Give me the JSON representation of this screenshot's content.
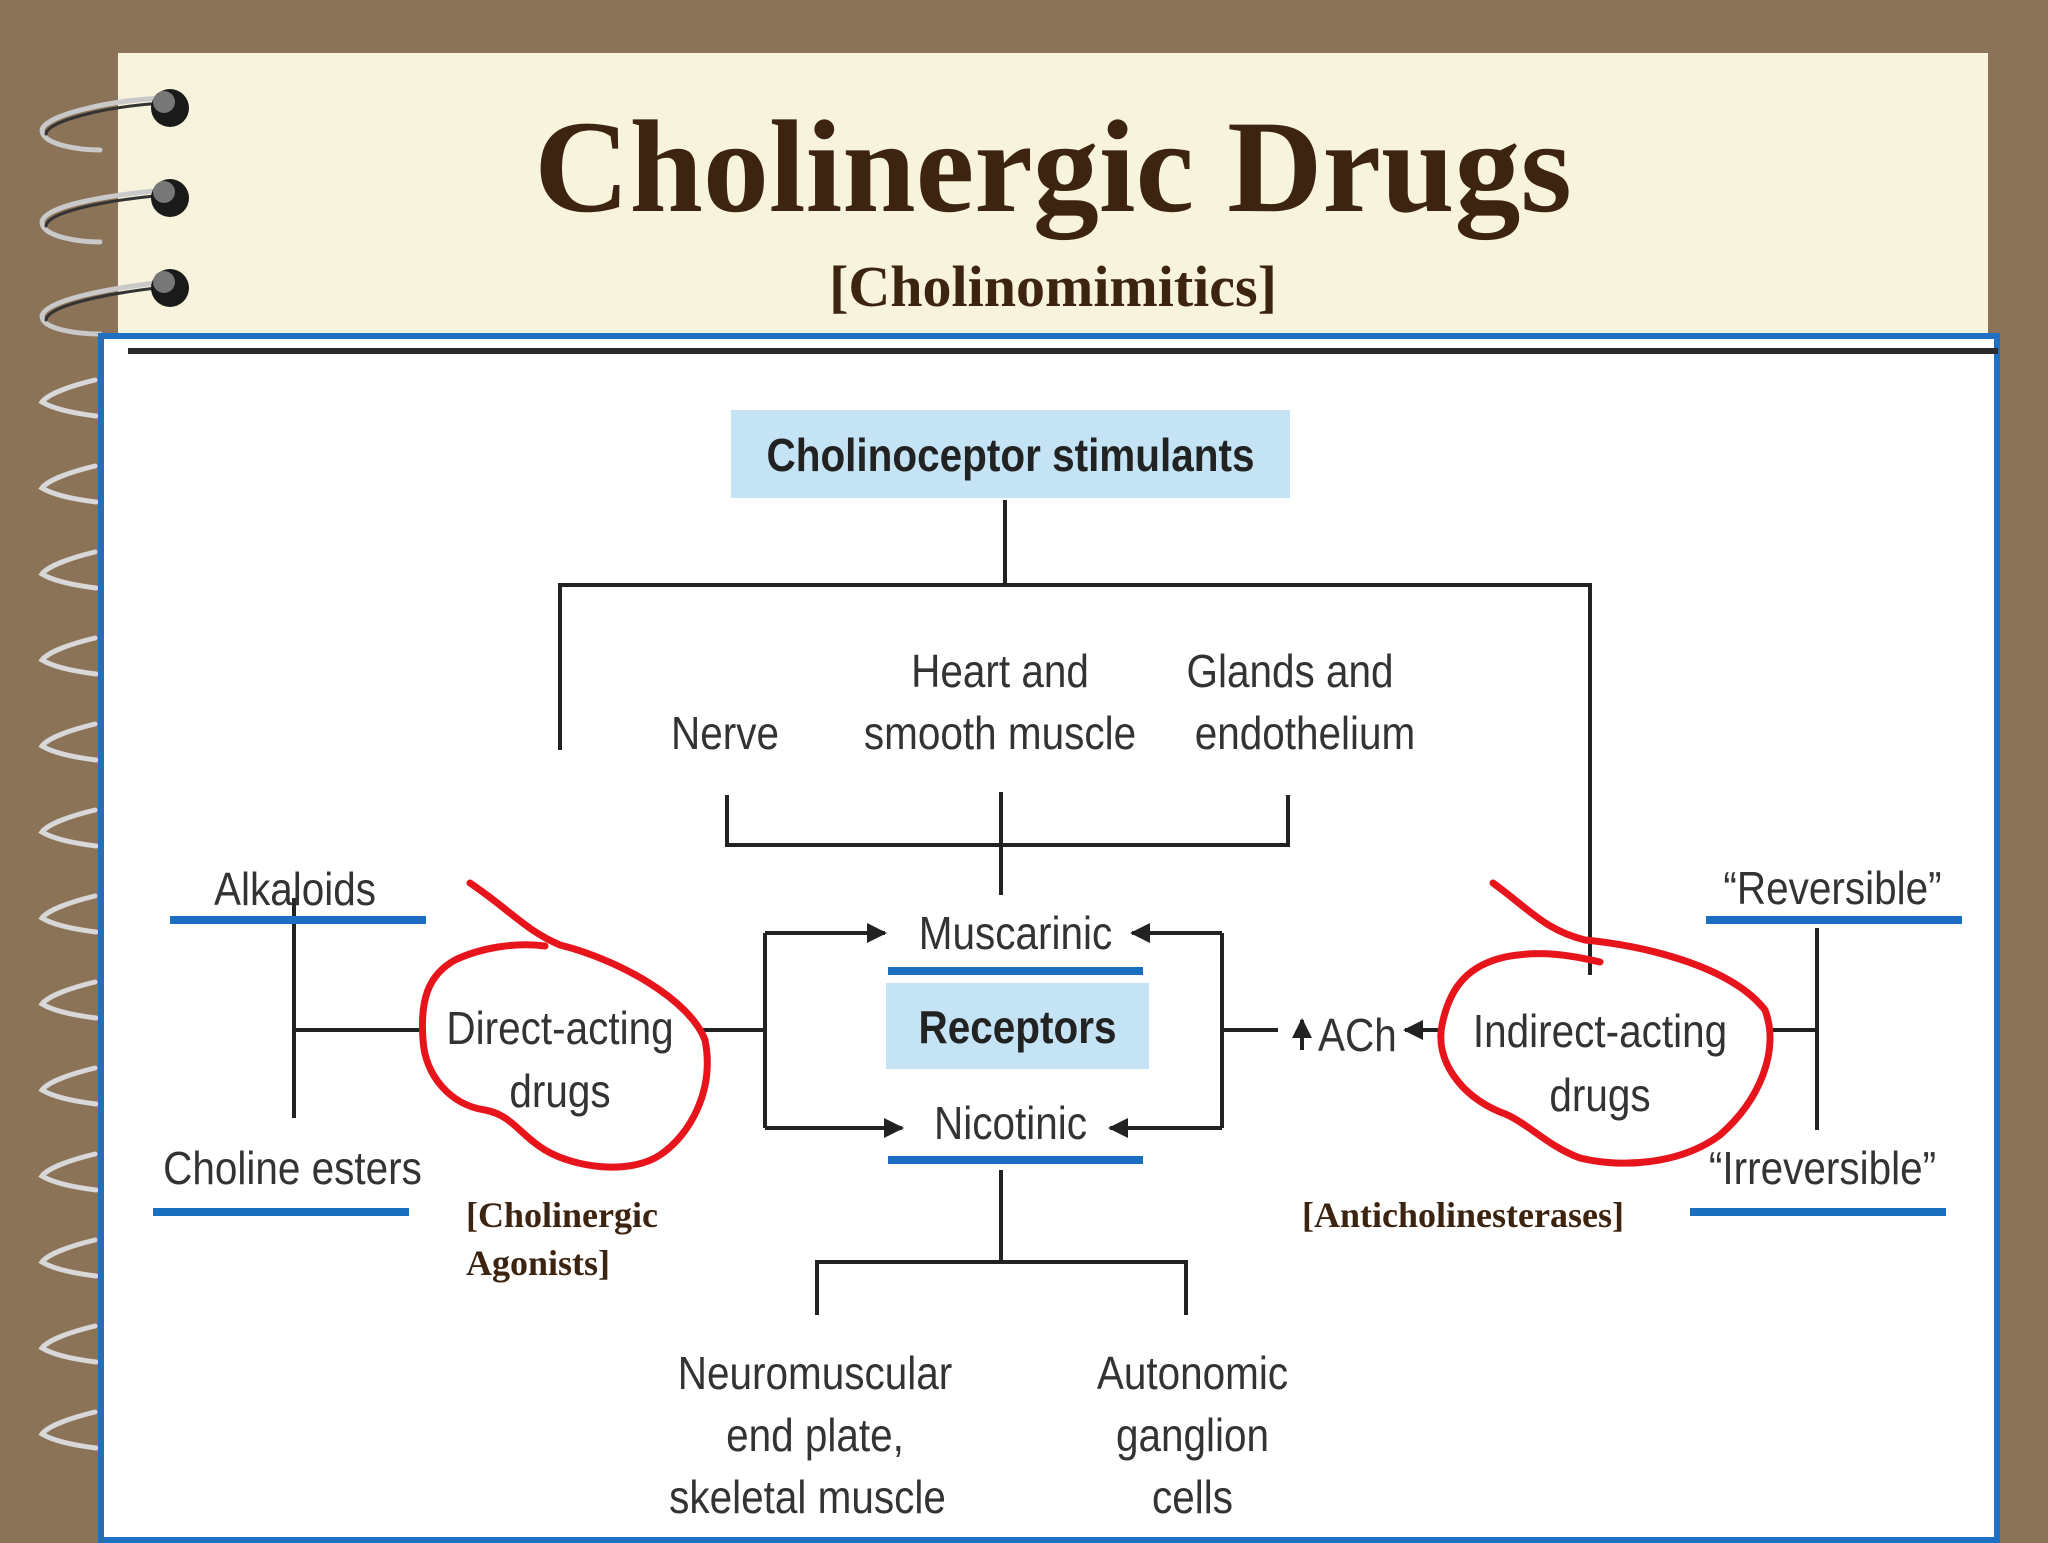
{
  "slide": {
    "title": "Cholinergic Drugs",
    "subtitle": "[Cholinomimitics]"
  },
  "diagram": {
    "root": "Cholinoceptor stimulants",
    "targets": {
      "nerve": "Nerve",
      "heart_line1": "Heart and",
      "heart_line2": "smooth muscle",
      "glands_line1": "Glands and",
      "glands_line2": "endothelium"
    },
    "direct": {
      "line1": "Direct-acting",
      "line2": "drugs",
      "note_line1": "[Cholinergic",
      "note_line2": "Agonists]",
      "types": [
        "Alkaloids",
        "Choline esters"
      ]
    },
    "indirect": {
      "line1": "Indirect-acting",
      "line2": "drugs",
      "ach": "ACh",
      "note": "[Anticholinesterases]",
      "types": [
        "“Reversible”",
        "“Irreversible”"
      ]
    },
    "receptors": {
      "muscarinic": "Muscarinic",
      "label": "Receptors",
      "nicotinic": "Nicotinic"
    },
    "nicotinic_sites": {
      "nmj_line1": "Neuromuscular",
      "nmj_line2": "end plate,",
      "nmj_line3": "skeletal muscle",
      "gang_line1": "Autonomic",
      "gang_line2": "ganglion",
      "gang_line3": "cells"
    }
  },
  "colors": {
    "background": "#8b7358",
    "paper": "#f7f3dc",
    "title": "#3d2410",
    "panel_border": "#1f6fc2",
    "box_fill": "#c4e4f5",
    "underline": "#1a6fbe",
    "annotation": "#e8141c"
  }
}
